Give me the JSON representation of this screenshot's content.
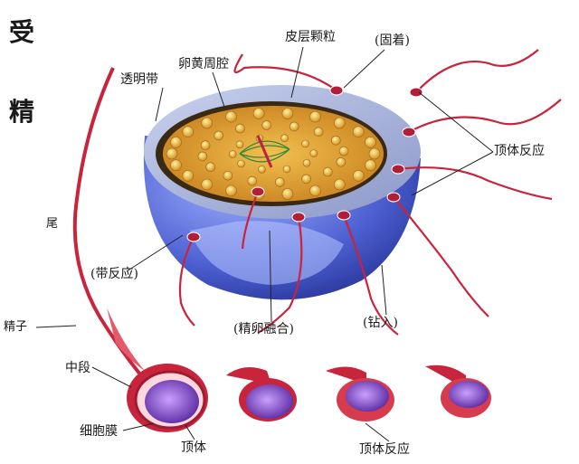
{
  "title": "受精",
  "labels": {
    "zona_pellucida": "透明带",
    "perivitelline_space": "卵黄周腔",
    "cortical_granules": "皮层颗粒",
    "attachment": "(固着)",
    "acrosome_reaction_right": "顶体反应",
    "zona_reaction": "(带反应)",
    "fusion": "(精卵融合)",
    "penetration": "(钻入)",
    "tail": "尾",
    "sperm": "精子",
    "midpiece": "中段",
    "cell_membrane": "细胞膜",
    "acrosome": "顶体",
    "acrosome_reaction_bottom": "顶体反应"
  },
  "colors": {
    "sperm_red": "#c8243c",
    "zona_blue": "#5a6fd8",
    "cytoplasm_orange": "#e0a030",
    "granule_yellow": "#f0d050",
    "acrosome_purple": "#7b4fc8"
  }
}
